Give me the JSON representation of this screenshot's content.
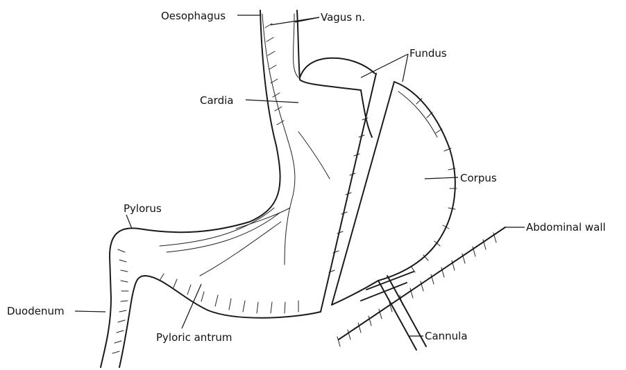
{
  "labels": {
    "oesophagus": "Oesophagus",
    "vagus": "Vagus n.",
    "fundus": "Fundus",
    "cardia": "Cardia",
    "corpus": "Corpus",
    "pylorus": "Pylorus",
    "abdominal_wall": "Abdominal wall",
    "duodenum": "Duodenum",
    "pyloric_antrum": "Pyloric antrum",
    "cannula": "Cannula"
  }
}
